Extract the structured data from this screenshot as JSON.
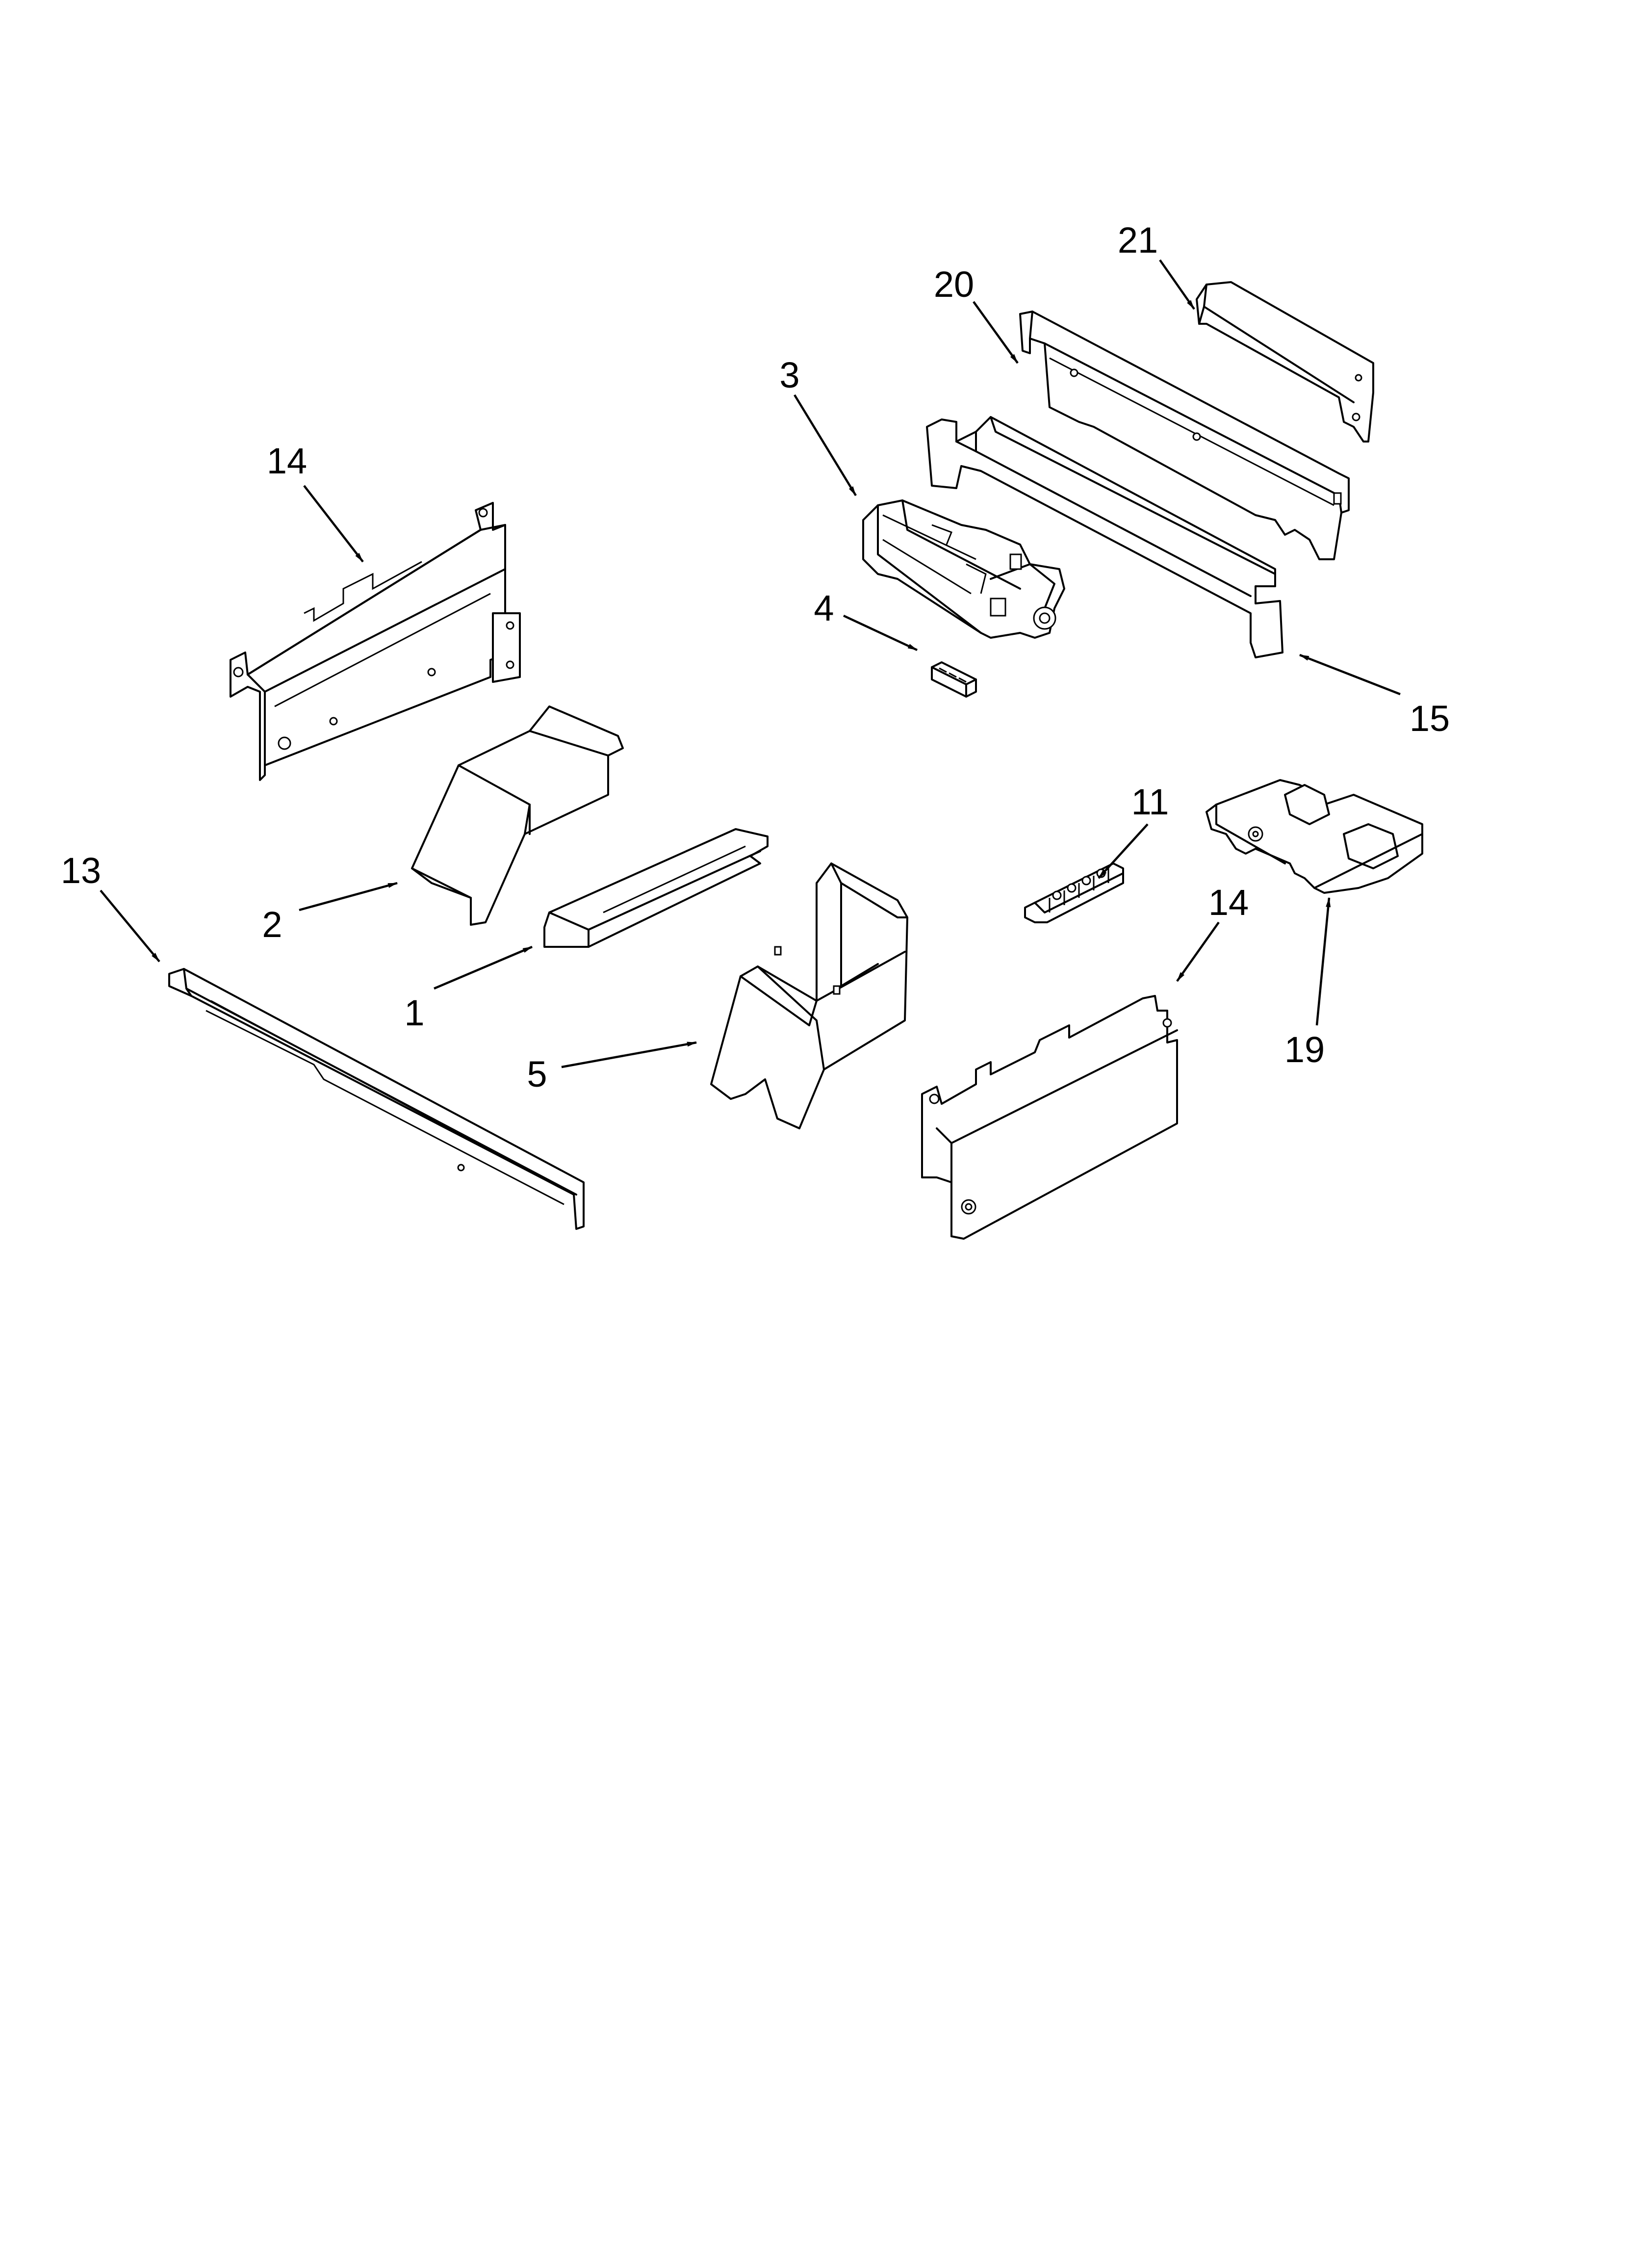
{
  "callouts": [
    {
      "id": "c1",
      "text": "1"
    },
    {
      "id": "c2",
      "text": "2"
    },
    {
      "id": "c3",
      "text": "3"
    },
    {
      "id": "c4",
      "text": "4"
    },
    {
      "id": "c5",
      "text": "5"
    },
    {
      "id": "c11",
      "text": "11"
    },
    {
      "id": "c13",
      "text": "13"
    },
    {
      "id": "c14a",
      "text": "14"
    },
    {
      "id": "c14b",
      "text": "14"
    },
    {
      "id": "c15",
      "text": "15"
    },
    {
      "id": "c19",
      "text": "19"
    },
    {
      "id": "c20",
      "text": "20"
    },
    {
      "id": "c21",
      "text": "21"
    }
  ],
  "colors": {
    "line": "#000000",
    "background": "#ffffff"
  }
}
